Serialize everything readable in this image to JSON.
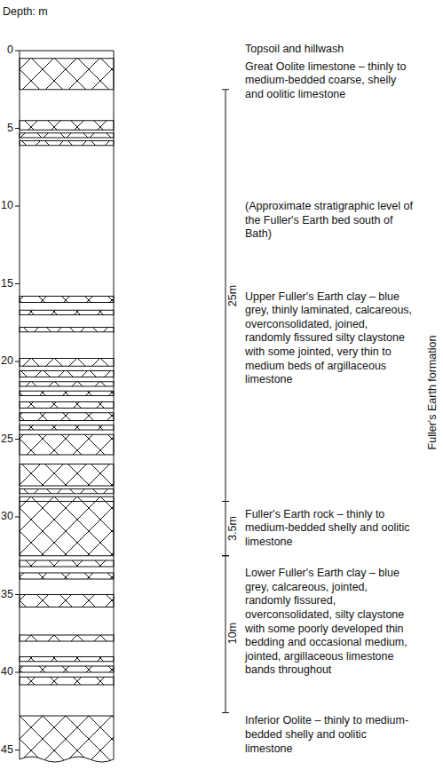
{
  "diagram": {
    "labels": [
      "Depth: m",
      "0",
      "5",
      "10",
      "15",
      "20",
      "25",
      "30",
      "35",
      "40",
      "45",
      "Topsoil and hillwash",
      "Great Oolite limestone – thinly to medium-bedded coarse, shelly and oolitic limestone",
      "(Approximate stratigraphic level of the Fuller's Earth bed south of Bath)",
      "Upper Fuller's Earth clay – blue grey, thinly laminated, calcareous, overconsolidated, joined, randomly fissured silty claystone with some jointed, very thin to medium beds of argillaceous limestone",
      "25m",
      "Fuller's Earth rock – thinly to medium-bedded shelly and oolitic limestone",
      "3.5m",
      "Lower Fuller's Earth clay – blue grey, calcareous, jointed, randomly fissured, overconsolidated, silty claystone with some poorly developed thin bedding and occasional medium, jointed, argillaceous limestone bands throughout",
      "10m",
      "Inferior Oolite – thinly to medium-bedded shelly and oolitic limestone",
      "Fuller's Earth formation"
    ]
  }
}
